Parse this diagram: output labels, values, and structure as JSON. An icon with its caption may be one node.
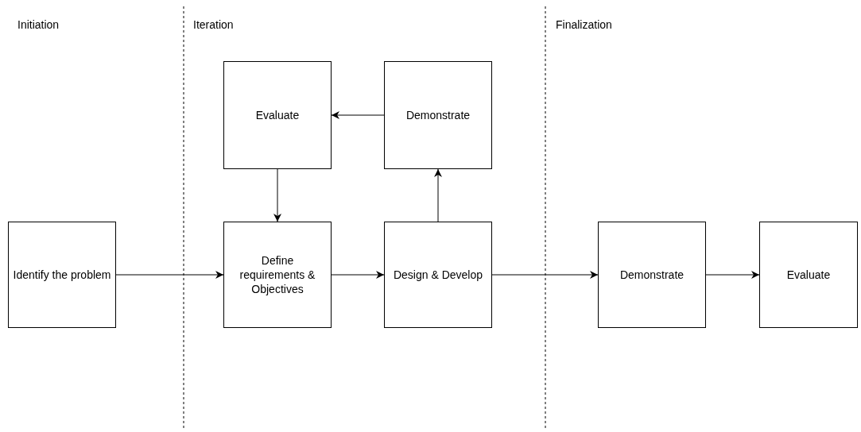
{
  "diagram": {
    "nodes": [
      {
        "text": [
          "Evaluate"
        ]
      },
      {
        "text": [
          "Demonstrate"
        ]
      },
      {
        "text": [
          "Identify the problem"
        ]
      },
      {
        "text": [
          "Define requirements & Objectives"
        ]
      },
      {
        "text": [
          "Design & Develop"
        ]
      },
      {
        "text": [
          "Demonstrate"
        ]
      },
      {
        "text": [
          "Evaluate"
        ]
      }
    ],
    "edges": [
      {
        "from": 2,
        "to": 3,
        "arrow": "to"
      },
      {
        "from": 3,
        "to": 4,
        "arrow": "to"
      },
      {
        "from": 4,
        "to": 1,
        "arrow": "to"
      },
      {
        "from": 1,
        "to": 0,
        "arrow": "to"
      },
      {
        "from": 0,
        "to": 3,
        "arrow": "to"
      },
      {
        "from": 4,
        "to": 5,
        "arrow": "to"
      },
      {
        "from": 5,
        "to": 6,
        "arrow": "to"
      }
    ],
    "labels": [
      "Initiation",
      "Iteration",
      "Finalization"
    ]
  }
}
